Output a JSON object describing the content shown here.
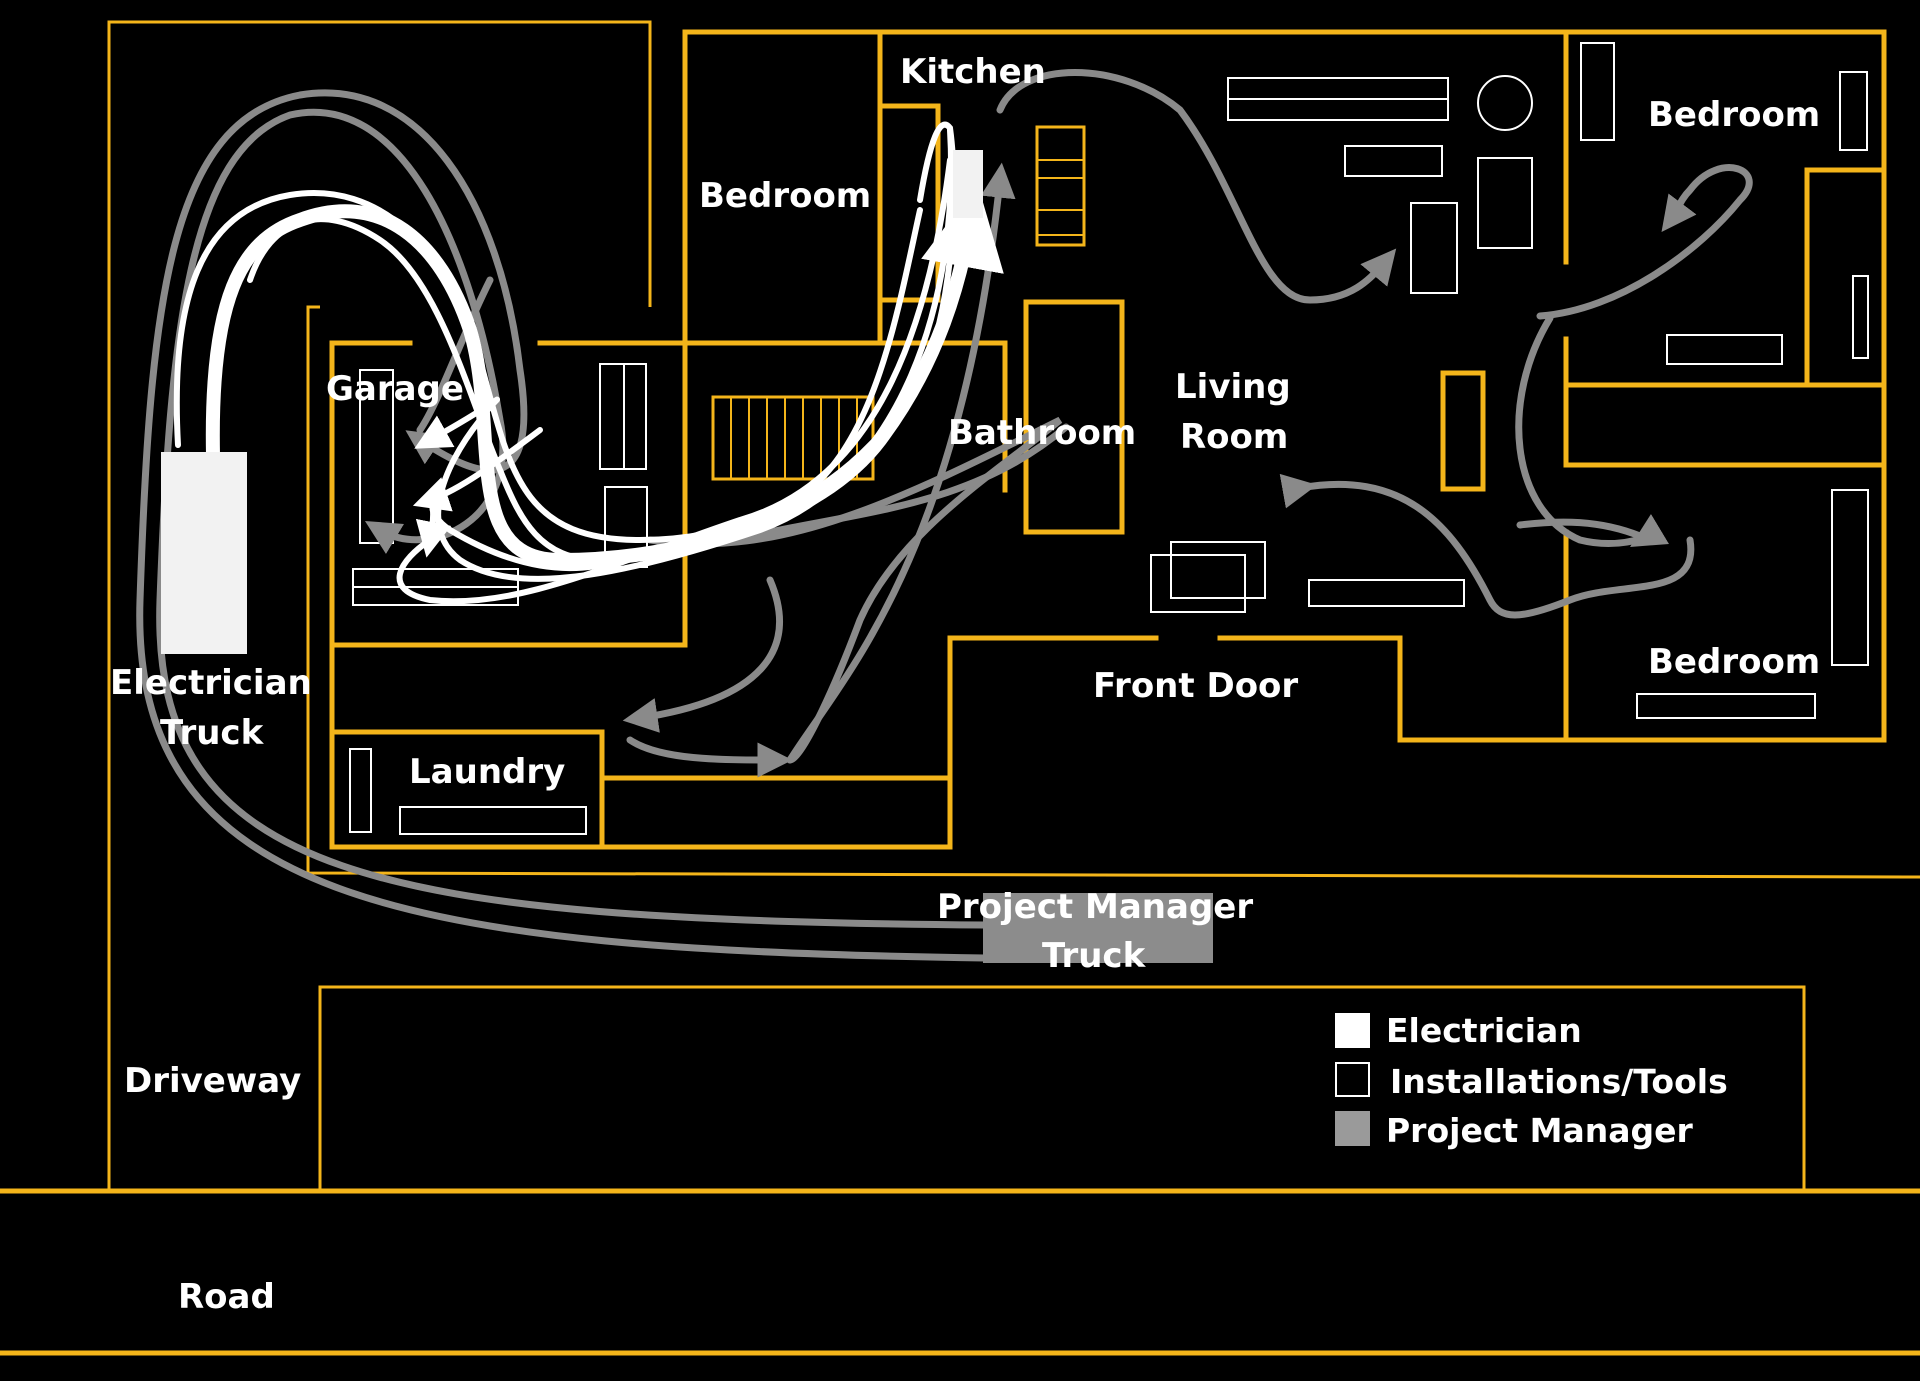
{
  "rooms": {
    "kitchen": "Kitchen",
    "bedroom_left": "Bedroom",
    "bedroom_top_right": "Bedroom",
    "bedroom_bottom_right": "Bedroom",
    "garage": "Garage",
    "bathroom": "Bathroom",
    "living_room_line1": "Living",
    "living_room_line2": "Room",
    "front_door": "Front Door",
    "laundry": "Laundry",
    "driveway": "Driveway",
    "road": "Road"
  },
  "vehicles": {
    "electrician_truck_line1": "Electrician",
    "electrician_truck_line2": "Truck",
    "pm_truck_line1": "Project Manager",
    "pm_truck_line2": "Truck"
  },
  "legend": {
    "items": [
      {
        "label": "Electrician",
        "color": "#ffffff"
      },
      {
        "label": "Installations/Tools",
        "color": "#000000"
      },
      {
        "label": "Project Manager",
        "color": "#9a9a9a"
      }
    ]
  },
  "colors": {
    "wall": "#f4b51a",
    "background": "#000000",
    "electrician_path": "#ffffff",
    "pm_path": "#8a8a8a"
  }
}
